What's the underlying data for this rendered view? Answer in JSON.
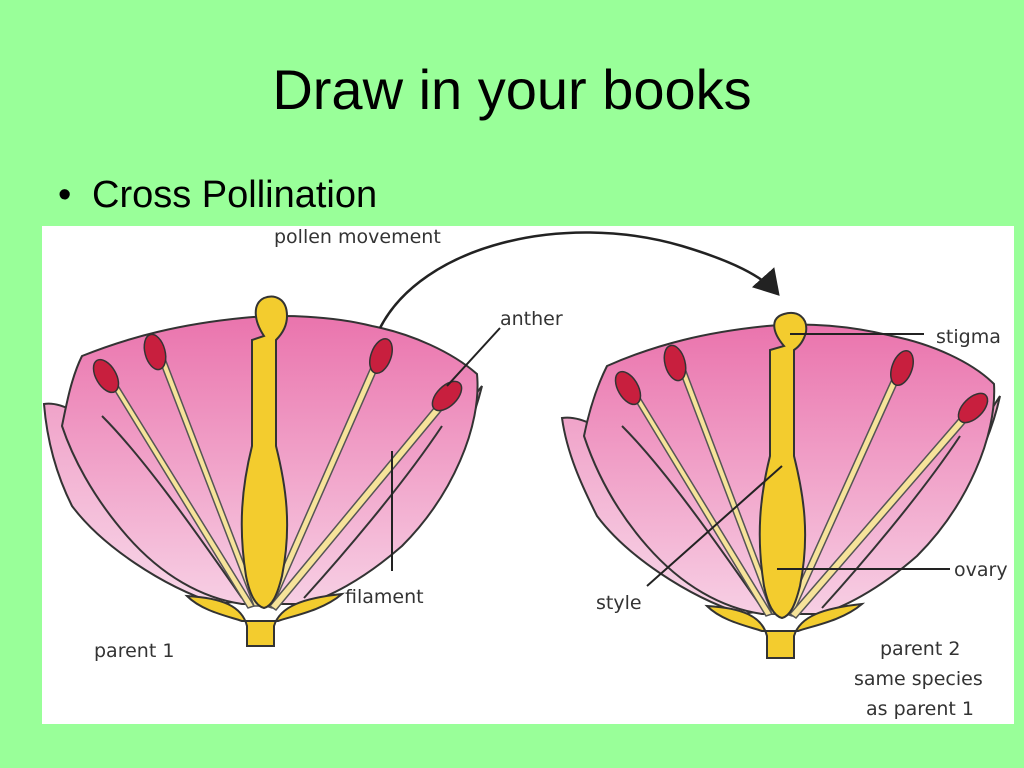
{
  "slide": {
    "title": "Draw in your books",
    "bullet": "Cross Pollination"
  },
  "diagram": {
    "labels": {
      "pollen_movement": "pollen movement",
      "anther": "anther",
      "filament": "filament",
      "parent1": "parent 1",
      "stigma": "stigma",
      "style": "style",
      "ovary": "ovary",
      "parent2_line1": "parent 2",
      "parent2_line2": "same species",
      "parent2_line3": "as parent 1"
    },
    "colors": {
      "background": "#99ff99",
      "petal_top": "#ea74ad",
      "petal_bottom": "#f5c2dd",
      "pistil": "#f3cc2e",
      "anther": "#c81f3e",
      "filament": "#f6e39a"
    }
  }
}
